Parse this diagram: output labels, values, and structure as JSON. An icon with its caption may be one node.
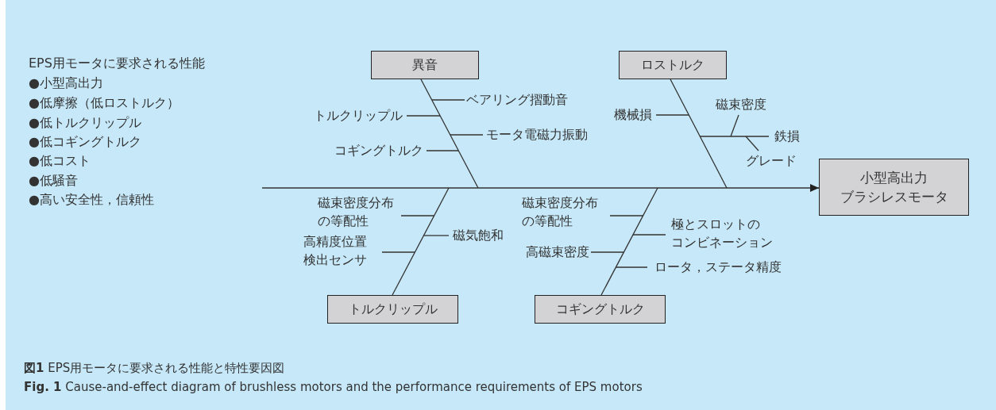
{
  "diagram": {
    "caption": "**図1**  EPS用モータに要求される性能と特性要因図",
    "nodes": [
      {
        "text": [
          "異音"
        ]
      },
      {
        "text": [
          "ロストルク"
        ]
      },
      {
        "text": [
          "小型高出力ブラシレスモータ"
        ]
      },
      {
        "text": [
          "トルクリップル"
        ]
      },
      {
        "text": [
          "コギングトルク"
        ]
      },
      {
        "text": [
          "ベアリング摺動音"
        ]
      },
      {
        "text": [
          "トルクリップル"
        ]
      },
      {
        "text": [
          "モータ電磁力振動"
        ]
      },
      {
        "text": [
          "コギングトルク"
        ]
      },
      {
        "text": [
          "機械損"
        ]
      },
      {
        "text": [
          "磁束密度"
        ]
      },
      {
        "text": [
          "鉄損"
        ]
      },
      {
        "text": [
          "グレード"
        ]
      },
      {
        "text": [
          "磁束密度分布の等配性"
        ]
      },
      {
        "text": [
          "磁気飽和"
        ]
      },
      {
        "text": [
          "高精度位置検出センサ"
        ]
      },
      {
        "text": [
          "磁束密度分布の等配性"
        ]
      },
      {
        "text": [
          "極とスロットのコンビネーション"
        ]
      },
      {
        "text": [
          "高磁束密度"
        ]
      },
      {
        "text": [
          "ロータ，ステータ精度"
        ]
      }
    ],
    "edges": [
      {
        "from": null,
        "to": 2,
        "arrow": "to"
      },
      {
        "from": 0,
        "to": null,
        "arrow": "none"
      },
      {
        "from": 1,
        "to": null,
        "arrow": "none"
      },
      {
        "from": 3,
        "to": null,
        "arrow": "none"
      },
      {
        "from": 4,
        "to": null,
        "arrow": "none"
      },
      {
        "from": 5,
        "to": null,
        "arrow": "none"
      },
      {
        "from": 6,
        "to": null,
        "arrow": "none"
      },
      {
        "from": 7,
        "to": null,
        "arrow": "none"
      },
      {
        "from": 8,
        "to": null,
        "arrow": "none"
      },
      {
        "from": 9,
        "to": null,
        "arrow": "none"
      },
      {
        "from": 10,
        "to": null,
        "arrow": "none"
      },
      {
        "from": 11,
        "to": null,
        "arrow": "none"
      },
      {
        "from": 12,
        "to": null,
        "arrow": "none"
      },
      {
        "from": 13,
        "to": null,
        "arrow": "none"
      },
      {
        "from": 14,
        "to": null,
        "arrow": "none"
      },
      {
        "from": 15,
        "to": null,
        "arrow": "none"
      },
      {
        "from": 16,
        "to": null,
        "arrow": "none"
      },
      {
        "from": 17,
        "to": null,
        "arrow": "none"
      },
      {
        "from": 18,
        "to": null,
        "arrow": "none"
      },
      {
        "from": 19,
        "to": null,
        "arrow": "none"
      }
    ],
    "labels": [
      "EPS用モータに要求される性能",
      "●小型高出力",
      "●低摩擦（低ロストルク）",
      "●低トルクリップル",
      "●低コギングトルク",
      "●低コスト",
      "●低騒音",
      "●高い安全性，信頼性",
      "**Fig. 1**  Cause-and-effect diagram of brushless motors and the performance requirements of EPS motors"
    ]
  }
}
